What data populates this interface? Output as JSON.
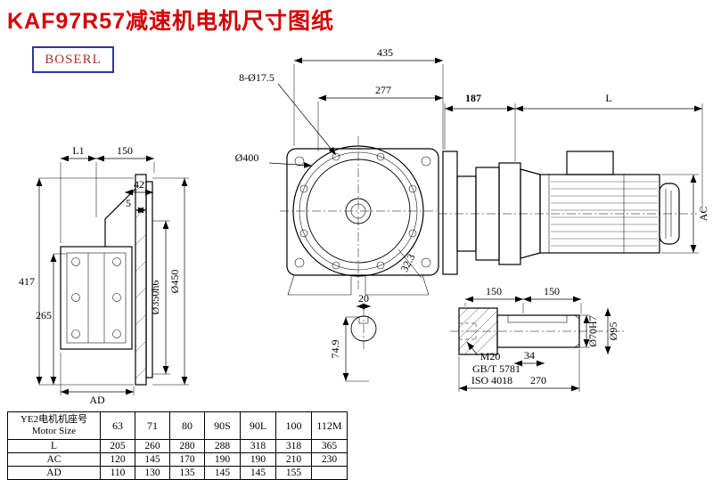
{
  "title": "KAF97R57减速机电机尺寸图纸",
  "logo": "BOSERL",
  "colors": {
    "title_red": "#d40000",
    "logo_red": "#b03030",
    "logo_border": "#3333a0",
    "drawing_line": "#000000"
  },
  "dims": {
    "l1": "L1",
    "n150": "150",
    "n42": "42",
    "n5": "5",
    "n417": "417",
    "n265": "265",
    "ad": "AD",
    "d350": "Ø350h6",
    "d450": "Ø450",
    "n435": "435",
    "n277": "277",
    "holes": "8-Ø17.5",
    "d400": "Ø400",
    "n323": "32.3",
    "n20": "20",
    "n749": "74.9",
    "n187": "187",
    "L": "L",
    "ac": "AC",
    "m20": "M20",
    "n34": "34",
    "gbt": "GB/T 5781",
    "iso": "ISO 4018",
    "n270": "270",
    "d70": "Ø70H7",
    "d95": "Ø95"
  },
  "table": {
    "header_cn": "YE2电机机座号",
    "header_en": "Motor Size",
    "sizes": [
      "63",
      "71",
      "80",
      "90S",
      "90L",
      "100",
      "112M"
    ],
    "rows": [
      {
        "label": "L",
        "values": [
          "205",
          "260",
          "280",
          "288",
          "318",
          "318",
          "365"
        ]
      },
      {
        "label": "AC",
        "values": [
          "120",
          "145",
          "170",
          "190",
          "190",
          "210",
          "230"
        ]
      },
      {
        "label": "AD",
        "values": [
          "110",
          "130",
          "135",
          "145",
          "145",
          "155",
          ""
        ]
      }
    ]
  }
}
